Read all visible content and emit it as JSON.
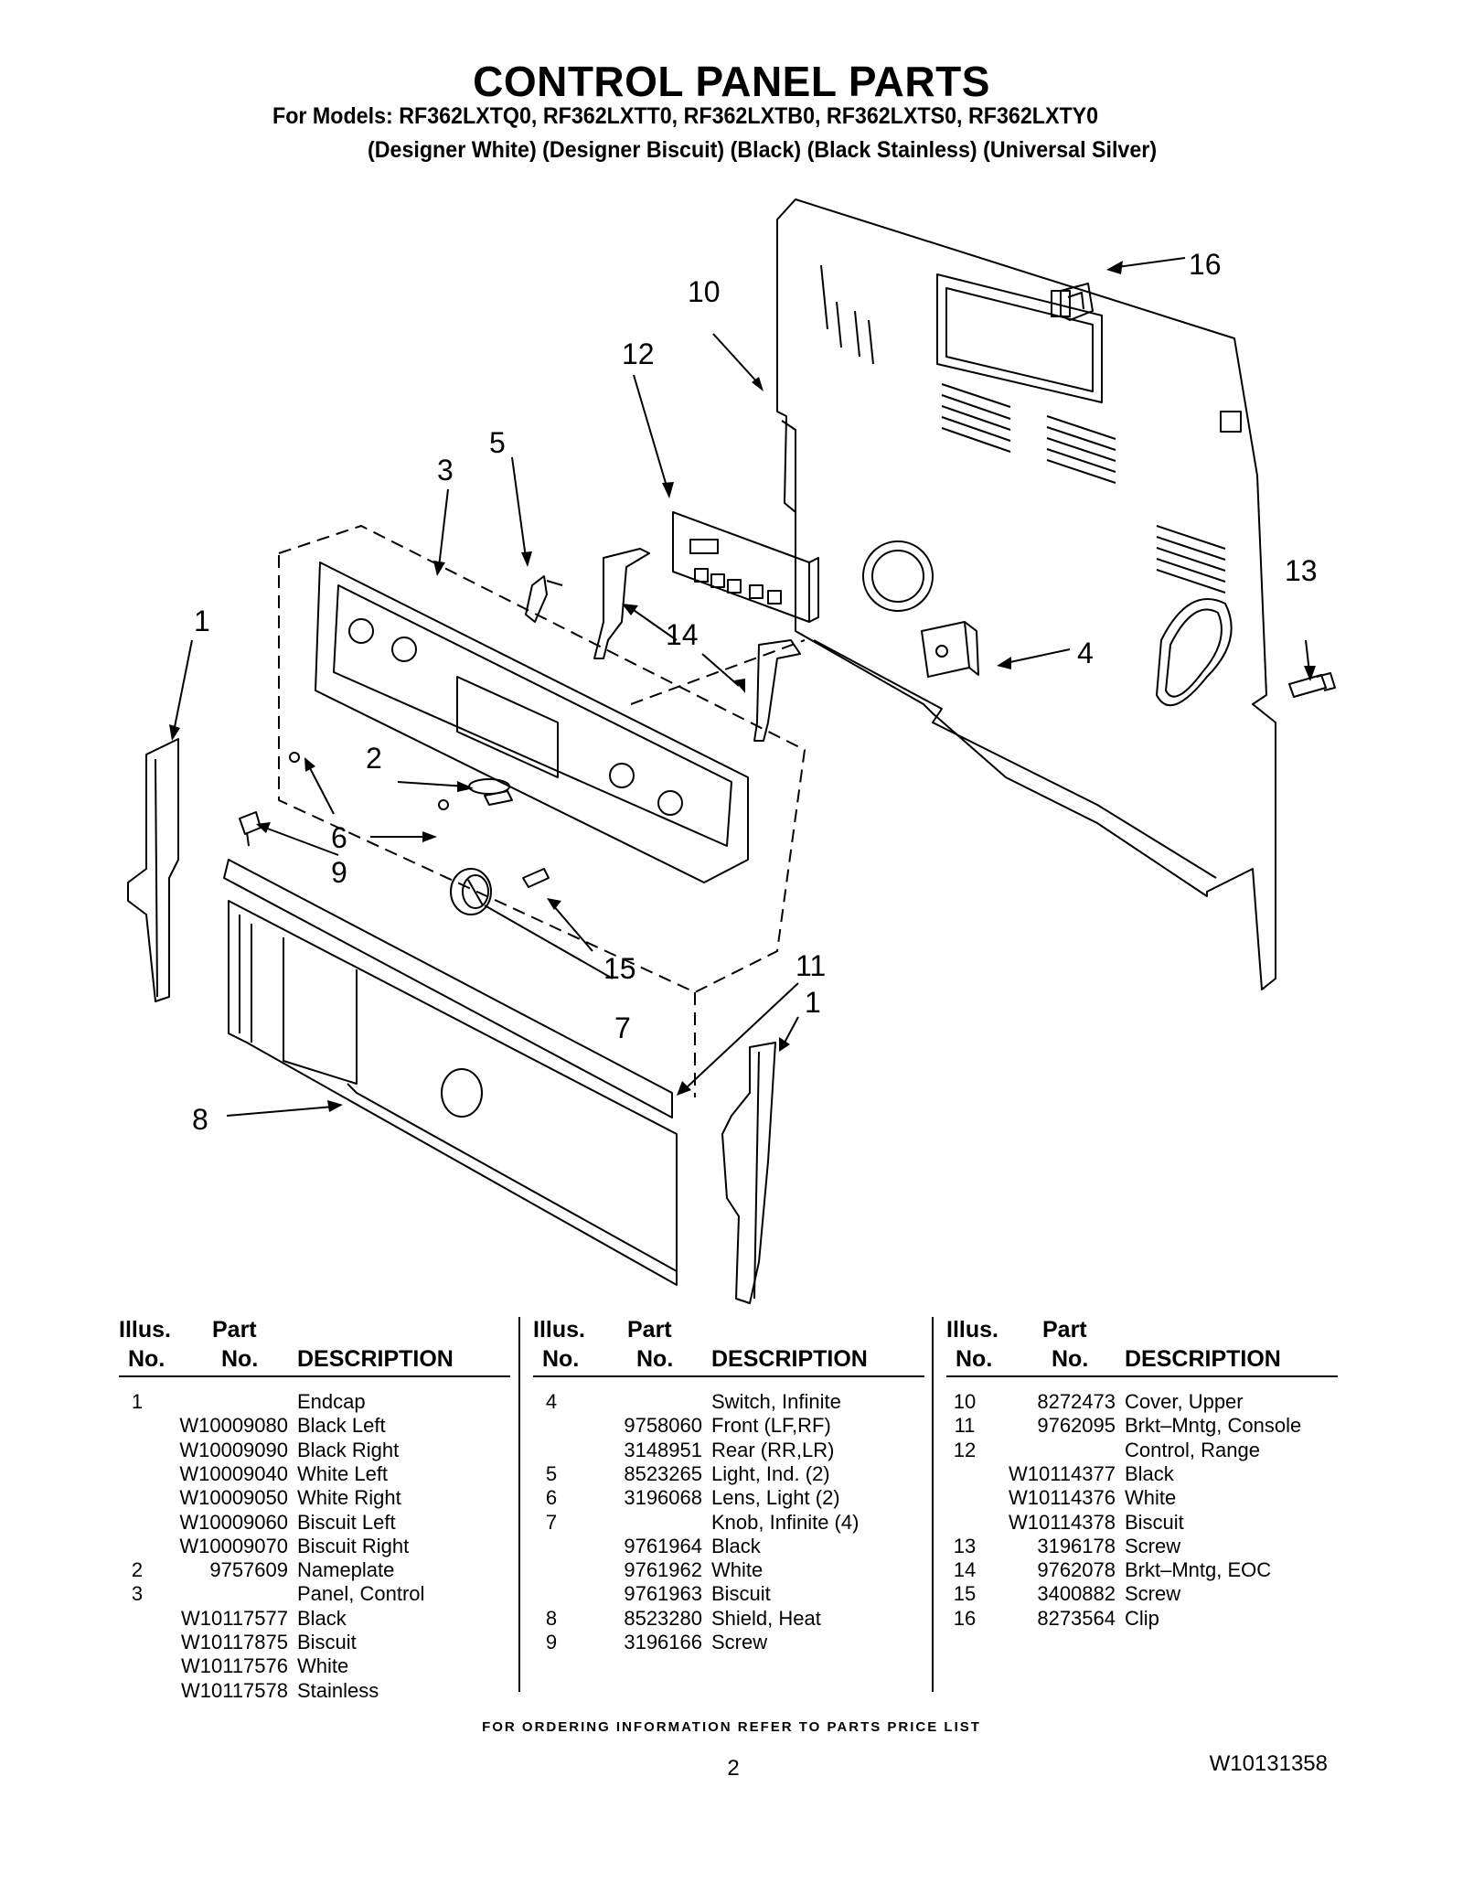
{
  "header": {
    "title": "CONTROL PANEL PARTS",
    "models": "For Models: RF362LXTQ0, RF362LXTT0, RF362LXTB0, RF362LXTS0, RF362LXTY0",
    "colors": "(Designer White) (Designer Biscuit) (Black) (Black Stainless) (Universal Silver)"
  },
  "diagram": {
    "callouts": [
      "16",
      "10",
      "12",
      "5",
      "3",
      "13",
      "1",
      "14",
      "4",
      "2",
      "6",
      "9",
      "15",
      "11",
      "1",
      "7",
      "8"
    ]
  },
  "table": {
    "headers": {
      "illus_top": "Illus.",
      "illus_bottom": "No.",
      "part_top": "Part",
      "part_bottom": "No.",
      "description": "DESCRIPTION"
    },
    "columns": [
      [
        {
          "no": "1",
          "part": "",
          "desc": "Endcap"
        },
        {
          "no": "",
          "part": "W10009080",
          "desc": "Black Left"
        },
        {
          "no": "",
          "part": "W10009090",
          "desc": "Black Right"
        },
        {
          "no": "",
          "part": "W10009040",
          "desc": "White Left"
        },
        {
          "no": "",
          "part": "W10009050",
          "desc": "White Right"
        },
        {
          "no": "",
          "part": "W10009060",
          "desc": "Biscuit Left"
        },
        {
          "no": "",
          "part": "W10009070",
          "desc": "Biscuit Right"
        },
        {
          "no": "2",
          "part": "9757609",
          "desc": "Nameplate"
        },
        {
          "no": "3",
          "part": "",
          "desc": "Panel, Control"
        },
        {
          "no": "",
          "part": "W10117577",
          "desc": "Black"
        },
        {
          "no": "",
          "part": "W10117875",
          "desc": "Biscuit"
        },
        {
          "no": "",
          "part": "W10117576",
          "desc": "White"
        },
        {
          "no": "",
          "part": "W10117578",
          "desc": "Stainless"
        }
      ],
      [
        {
          "no": "4",
          "part": "",
          "desc": "Switch, Infinite"
        },
        {
          "no": "",
          "part": "9758060",
          "desc": "Front (LF,RF)"
        },
        {
          "no": "",
          "part": "3148951",
          "desc": "Rear (RR,LR)"
        },
        {
          "no": "5",
          "part": "8523265",
          "desc": "Light, Ind. (2)"
        },
        {
          "no": "6",
          "part": "3196068",
          "desc": "Lens, Light (2)"
        },
        {
          "no": "7",
          "part": "",
          "desc": "Knob, Infinite (4)"
        },
        {
          "no": "",
          "part": "9761964",
          "desc": "Black"
        },
        {
          "no": "",
          "part": "9761962",
          "desc": "White"
        },
        {
          "no": "",
          "part": "9761963",
          "desc": "Biscuit"
        },
        {
          "no": "8",
          "part": "8523280",
          "desc": "Shield, Heat"
        },
        {
          "no": "9",
          "part": "3196166",
          "desc": "Screw"
        }
      ],
      [
        {
          "no": "10",
          "part": "8272473",
          "desc": "Cover, Upper"
        },
        {
          "no": "11",
          "part": "9762095",
          "desc": "Brkt–Mntg, Console"
        },
        {
          "no": "12",
          "part": "",
          "desc": "Control, Range"
        },
        {
          "no": "",
          "part": "W10114377",
          "desc": "Black"
        },
        {
          "no": "",
          "part": "W10114376",
          "desc": "White"
        },
        {
          "no": "",
          "part": "W10114378",
          "desc": "Biscuit"
        },
        {
          "no": "13",
          "part": "3196178",
          "desc": "Screw"
        },
        {
          "no": "14",
          "part": "9762078",
          "desc": "Brkt–Mntg, EOC"
        },
        {
          "no": "15",
          "part": "3400882",
          "desc": "Screw"
        },
        {
          "no": "16",
          "part": "8273564",
          "desc": "Clip"
        }
      ]
    ]
  },
  "footer": {
    "ordering": "FOR ORDERING INFORMATION REFER TO PARTS PRICE LIST",
    "page": "2",
    "doc_number": "W10131358"
  }
}
